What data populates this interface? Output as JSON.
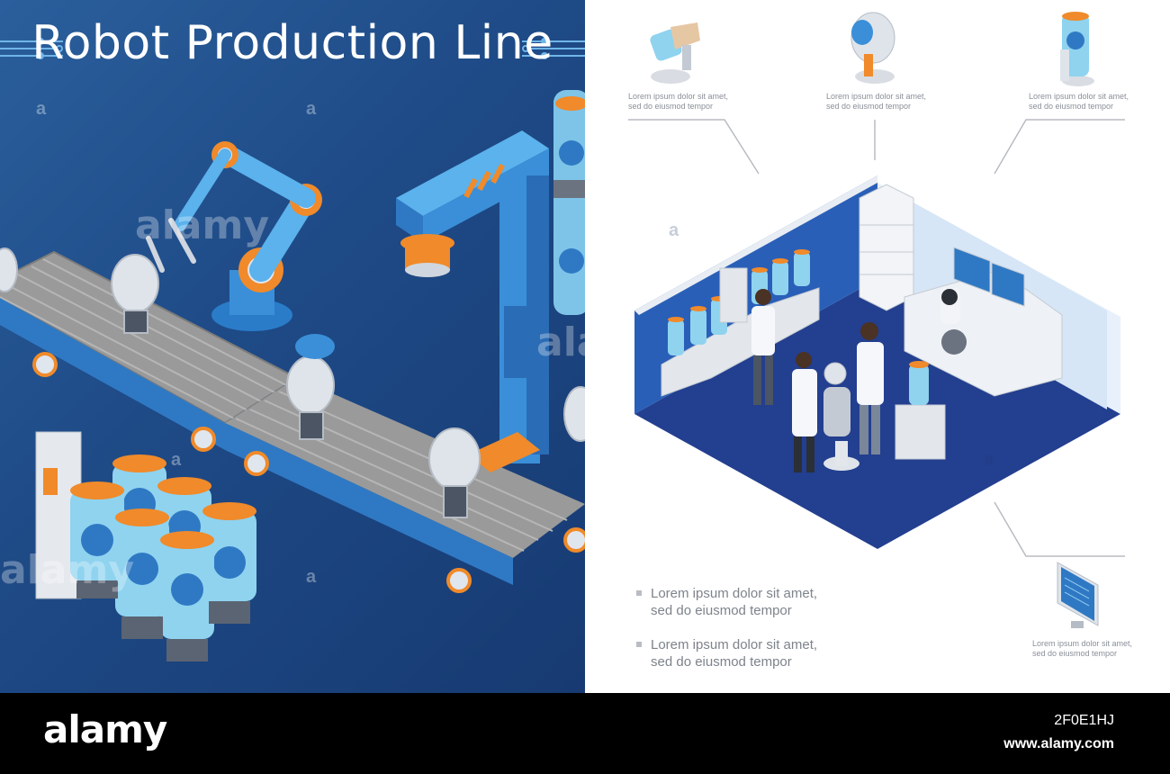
{
  "title": "Robot Production Line",
  "captions": {
    "top_left": {
      "line1": "Lorem ipsum dolor sit amet,",
      "line2": "sed do eiusmod tempor"
    },
    "top_middle": {
      "line1": "Lorem ipsum dolor sit amet,",
      "line2": "sed do eiusmod tempor"
    },
    "top_right": {
      "line1": "Lorem ipsum dolor sit amet,",
      "line2": "sed do eiusmod tempor"
    },
    "bottom_right": {
      "line1": "Lorem ipsum dolor sit amet,",
      "line2": "sed do eiusmod tempor"
    },
    "big_1": {
      "line1": "Lorem ipsum dolor sit amet,",
      "line2": "sed do eiusmod tempor"
    },
    "big_2": {
      "line1": "Lorem ipsum dolor sit amet,",
      "line2": "sed do eiusmod tempor"
    }
  },
  "icons": [
    "robot-hand-icon",
    "robot-head-icon",
    "brain-capsule-icon",
    "monitor-icon"
  ],
  "watermark": {
    "brand": "alamy",
    "image_id": "2F0E1HJ",
    "site": "www.alamy.com",
    "overlay_word": "alamy",
    "overlay_letter": "a"
  },
  "colors": {
    "left_bg": "#1e4a86",
    "accent_orange": "#f08a2a",
    "capsule_blue": "#8fd3ef",
    "room_floor": "#233f8f"
  }
}
